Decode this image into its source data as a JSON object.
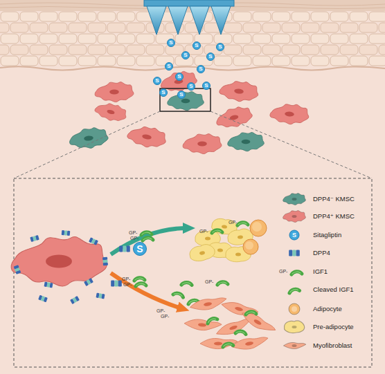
{
  "diagram": {
    "nodes": [
      {
        "text": [
          "S"
        ]
      },
      {
        "text": [
          "S"
        ]
      },
      {
        "text": [
          "S"
        ]
      },
      {
        "text": [
          "S"
        ]
      },
      {
        "text": [
          "S"
        ]
      },
      {
        "text": [
          "S"
        ]
      },
      {
        "text": [
          "S"
        ]
      },
      {
        "text": [
          "S"
        ]
      },
      {
        "text": [
          "S"
        ]
      },
      {
        "text": [
          "S"
        ]
      },
      {
        "text": [
          "S"
        ]
      },
      {
        "text": [
          "S"
        ]
      },
      {
        "text": [
          "S"
        ]
      },
      {
        "text": [
          "S"
        ]
      }
    ],
    "labels": [
      "GP-",
      "GP-",
      "GP-",
      "GP-",
      "GP-",
      "GP-",
      "GP-",
      "GP-",
      "GP-",
      "GP-",
      "S"
    ],
    "legend": [
      {
        "text": "DPP4⁻ KMSC",
        "color": "#5b9a8d"
      },
      {
        "text": "DPP4⁺ KMSC",
        "color": "#e8837e"
      },
      {
        "text": "Sitagliptin"
      },
      {
        "text": "DPP4"
      },
      {
        "text": "IGF1"
      },
      {
        "text": "Cleaved IGF1"
      },
      {
        "text": "Adipocyte",
        "color": "#f6b96e"
      },
      {
        "text": "Pre-adipocyte",
        "color": "#f8e08c"
      },
      {
        "text": "Myofibroblast",
        "color": "#f5a88a"
      }
    ]
  }
}
